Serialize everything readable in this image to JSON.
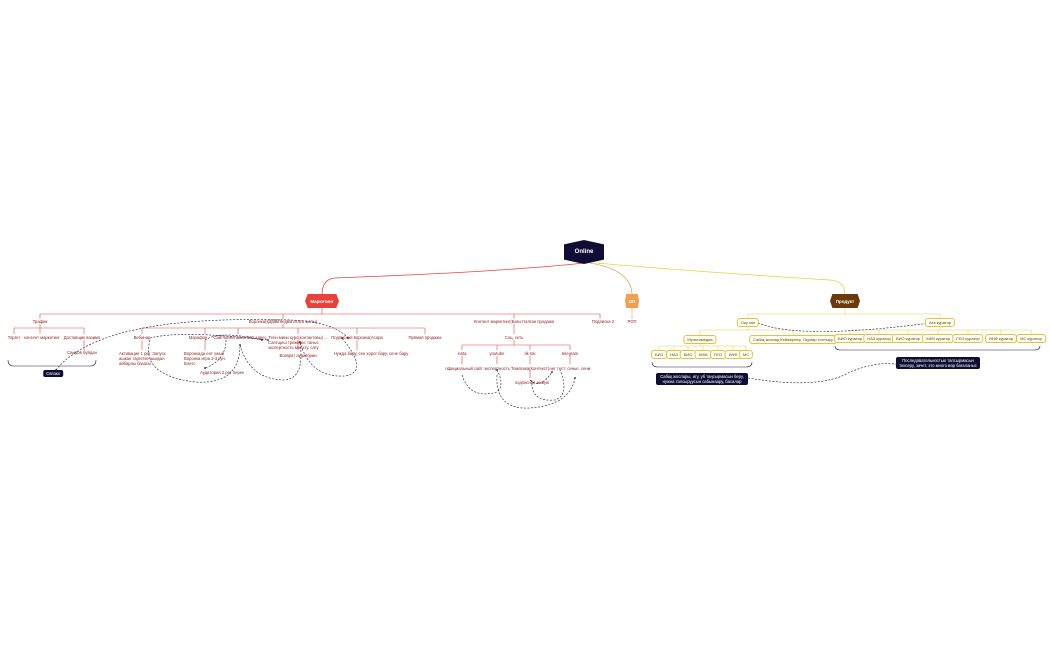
{
  "root": {
    "label": "Online"
  },
  "colors": {
    "root": "#0f0d33",
    "marketing": "#e8433a",
    "op": "#f0a050",
    "product": "#6b3a0a",
    "redline": "#e8433a",
    "yellowline": "#f0cc40",
    "dash": "#1a1a3a"
  },
  "marketing": {
    "label": "Маркетинг",
    "traffic": {
      "label": "Трафик",
      "children": [
        "Таргет",
        "контент маркетинг",
        "Доставщик взаимо",
        "Саидов бүйдан"
      ]
    },
    "funnel": {
      "label": "Воронка(Қадам ведма атасо жолы)",
      "children": [
        "Вебинар",
        "Марафон",
        "Сайтчаннельная 500 адрес",
        "Тегін мини курс(контактовы) ...",
        "Подписная воронка(Асора",
        "Прямая продажа"
      ],
      "notes": [
        "Активация 1 рет. Запуск ашкан таргетке шыққан айбарлы базасы",
        "Воронкада ент үжын Воронка игра 2-3 кун. Блитс",
        "Саятщеш трежими: таныс экспертность масату, сату",
        "Возврат аудитории",
        "Аудитория 2 рет перек",
        "Нужда бару, сен хорог бару, сене бару"
      ]
    },
    "content": {
      "label": "Контент маркетинг(Бағытталған продажа",
      "social": {
        "label": "Соц. сеть",
        "children": [
          "insta",
          "youtube",
          "tik tok",
          "telegram"
        ],
        "sub": [
          "официальный сайт",
          "экспертность",
          "Тематика(Контекст)",
          "нег тест: сенье, сенж",
          "подписная живую"
        ]
      }
    },
    "podpiska": {
      "label": "Подписка 2"
    },
    "svyazi": {
      "label": "Связки"
    }
  },
  "op": {
    "label": "ОП",
    "children": [
      "РОП"
    ]
  },
  "product": {
    "label": "Продукт",
    "top": [
      "Оку зал",
      "Ата куратор"
    ],
    "left": {
      "label": "Мультимедиа",
      "children": [
        "БИЗ",
        "НАЗ",
        "БИО",
        "ХИМ",
        "ГЕО",
        "ИНФ",
        "МС"
      ]
    },
    "mid": {
      "label": "Сабақ жоспар,Кейжерлер, Оқулар толтыру"
    },
    "right": {
      "children": [
        "БИО куратор",
        "НАЗ куратор",
        "БИО куратор",
        "ХИМ куратор",
        "ГЕО куратор",
        "ИНФ куратор",
        "МС куратор"
      ]
    },
    "note_left": "Сабақ жоспары, игу, уб таңсырмасын беру, нужна тапсыруусын сабынаару, басалар",
    "note_right": "Последовательностью тапсырмасын тексеру, зачет, это много вөр бағаланыс"
  }
}
